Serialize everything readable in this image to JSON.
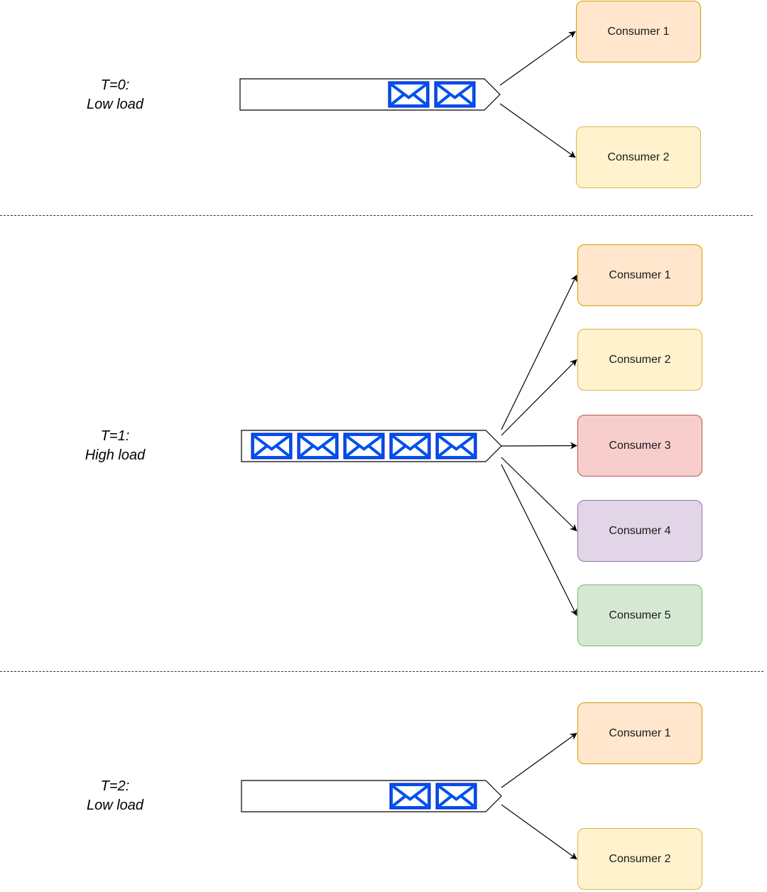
{
  "phases": [
    {
      "time_label": "T=0:",
      "load_label": "Low load",
      "message_count": 2,
      "consumers": [
        {
          "label": "Consumer 1",
          "fill": "#ffe6cc",
          "stroke": "#d79b00"
        },
        {
          "label": "Consumer 2",
          "fill": "#fff2cc",
          "stroke": "#d6b656"
        }
      ]
    },
    {
      "time_label": "T=1:",
      "load_label": "High load",
      "message_count": 5,
      "consumers": [
        {
          "label": "Consumer 1",
          "fill": "#ffe6cc",
          "stroke": "#d79b00"
        },
        {
          "label": "Consumer 2",
          "fill": "#fff2cc",
          "stroke": "#d6b656"
        },
        {
          "label": "Consumer 3",
          "fill": "#f8cecc",
          "stroke": "#b85450"
        },
        {
          "label": "Consumer 4",
          "fill": "#e1d5e7",
          "stroke": "#9673a6"
        },
        {
          "label": "Consumer 5",
          "fill": "#d5e8d4",
          "stroke": "#82b366"
        }
      ]
    },
    {
      "time_label": "T=2:",
      "load_label": "Low load",
      "message_count": 2,
      "consumers": [
        {
          "label": "Consumer 1",
          "fill": "#ffe6cc",
          "stroke": "#d79b00"
        },
        {
          "label": "Consumer 2",
          "fill": "#fff2cc",
          "stroke": "#d6b656"
        }
      ]
    }
  ],
  "colors": {
    "message_icon": "#0050ef",
    "message_icon_stroke": "#001dbc",
    "arrow": "#000000",
    "divider": "#333333"
  },
  "icons": {
    "message": "envelope-icon"
  }
}
